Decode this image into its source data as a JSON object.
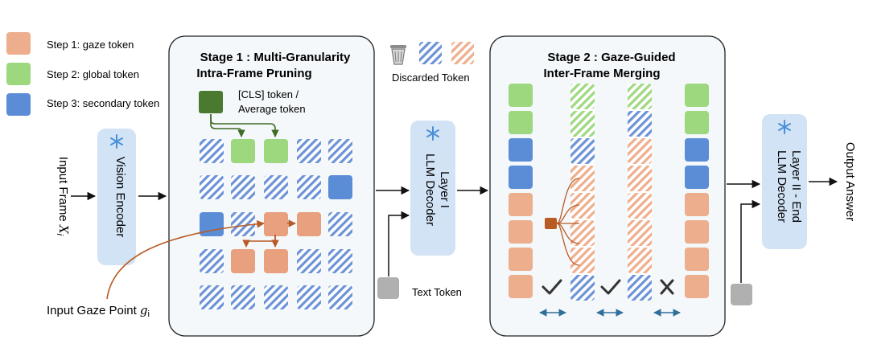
{
  "legend": {
    "step1_label": "Step 1: gaze token",
    "step2_label": "Step 2: global token",
    "step3_label": "Step 3: secondary token",
    "discarded_label": "Discarded Token"
  },
  "colors": {
    "gaze": "#EDAE8D",
    "global": "#9DD87E",
    "secondary": "#5B8DD6",
    "cls": "#4A7A30",
    "selected_gaze": "#E8A07E",
    "panel_fill": "#F4F8FA",
    "encoder_fill": "#D2E3F5",
    "arrow_brown": "#B85A24",
    "hatch_blue": "#6B93D6",
    "hatch_orange": "#EDAE8D",
    "hatch_green": "#9DD87E",
    "text_token": "#B0B0B0"
  },
  "icons": {
    "discarded": "trash-bin-icon",
    "frozen": "snowflake-icon",
    "kept": "checkmark-icon",
    "dropped": "cross-icon",
    "range": "double-arrow-icon"
  },
  "inputs": {
    "frame_label": "Input Frame",
    "frame_symbol": "X",
    "frame_subscript": "i",
    "gaze_label": "Input Gaze Point",
    "gaze_symbol": "g",
    "gaze_subscript": "i"
  },
  "vision_encoder": {
    "label": "Vision Encoder"
  },
  "stage1": {
    "title_line1": "Stage 1 : Multi-Granularity",
    "title_line2": "Intra-Frame Pruning",
    "cls_label_line1": "[CLS] token /",
    "cls_label_line2": "Average token"
  },
  "decoder1": {
    "line1": "LLM Decoder",
    "line2": "Layer I"
  },
  "text_token": {
    "label": "Text Token"
  },
  "stage2": {
    "title_line1": "Stage 2 : Gaze-Guided",
    "title_line2": "Inter-Frame Merging"
  },
  "decoder2": {
    "line1": "LLM Decoder",
    "line2": "Layer II - End"
  },
  "output": {
    "label": "Output Answer"
  }
}
